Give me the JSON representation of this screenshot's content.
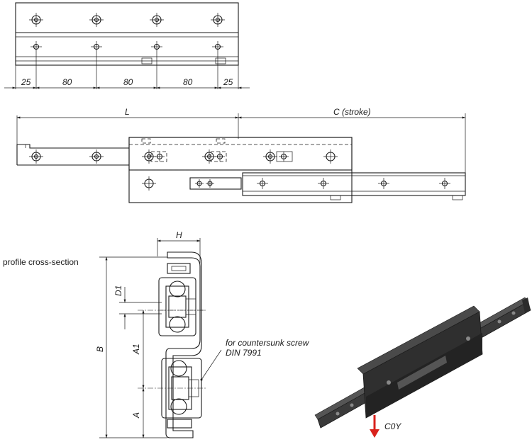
{
  "top_view": {
    "dims": [
      "25",
      "80",
      "80",
      "80",
      "25"
    ]
  },
  "side_view": {
    "length_label": "L",
    "stroke_label": "C (stroke)"
  },
  "cross_section": {
    "title": "profile cross-section",
    "labels": {
      "H": "H",
      "D1": "D1",
      "B": "B",
      "A1": "A1",
      "A": "A"
    },
    "note_line1": "for countersunk screw",
    "note_line2": "DIN 7991"
  },
  "product_view": {
    "load_label": "C0Y",
    "arrow_color": "#d9221c",
    "body_color": "#2b2b2b"
  }
}
